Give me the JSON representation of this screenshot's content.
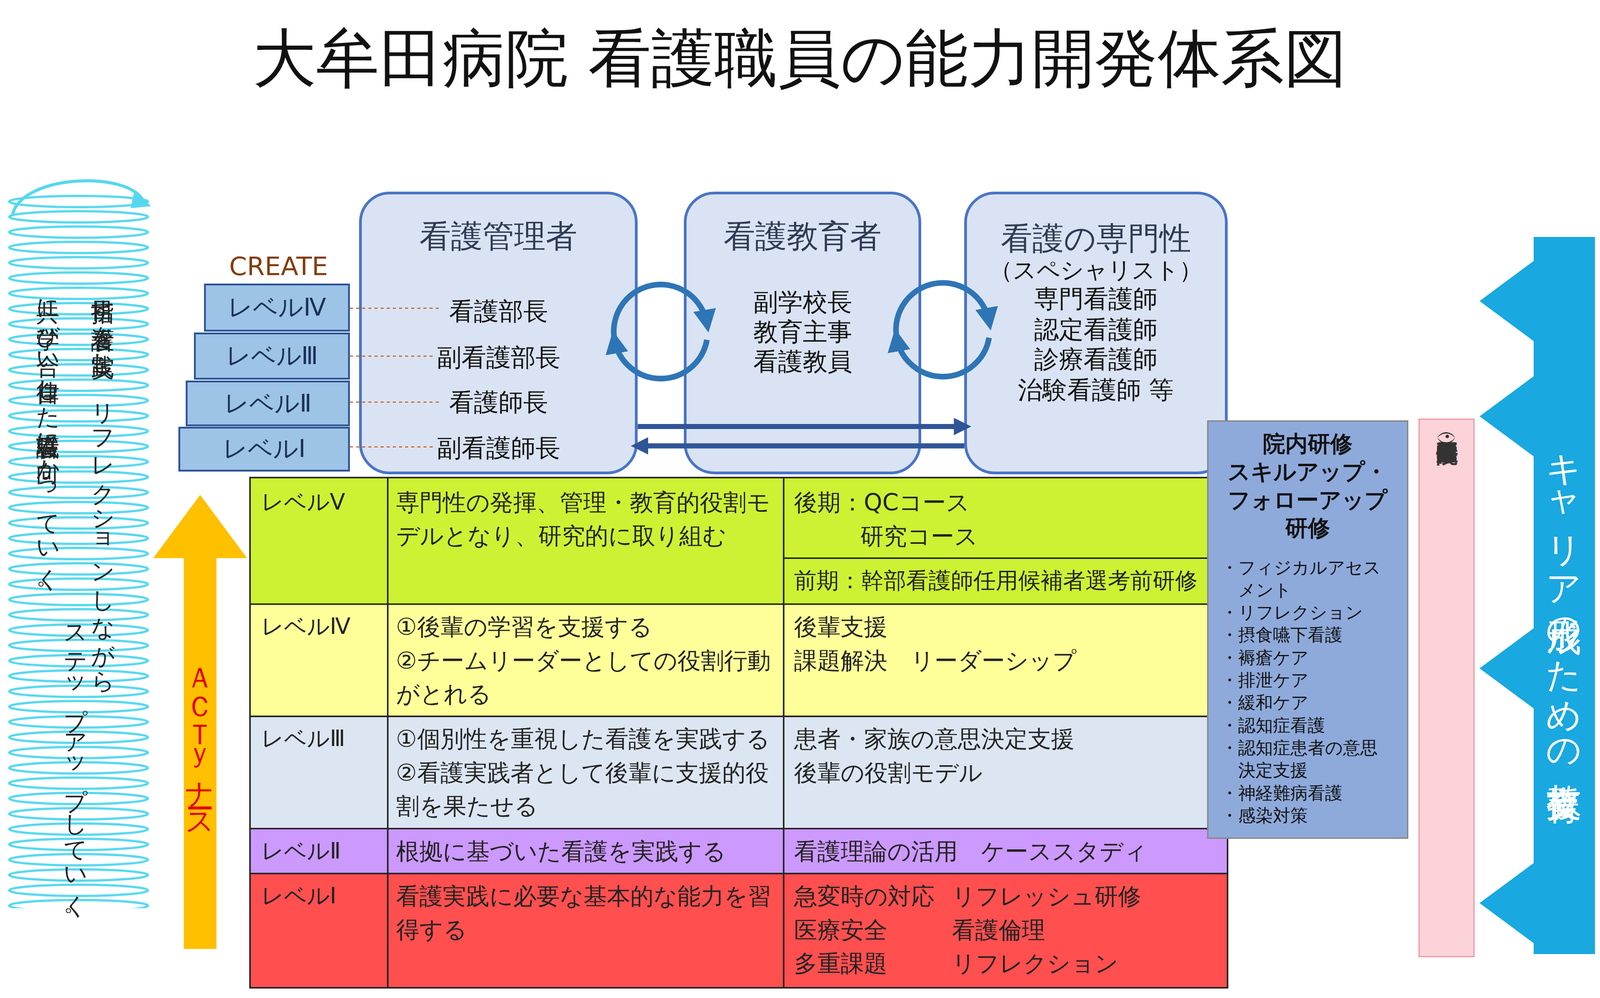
{
  "diagram": {
    "title": "大牟田病院 看護職員の能力開発体系図",
    "nodes": [
      {
        "text": [
          "レベルⅣ"
        ]
      },
      {
        "text": [
          "レベルⅢ"
        ]
      },
      {
        "text": [
          "レベルⅡ"
        ]
      },
      {
        "text": [
          "レベルⅠ"
        ]
      },
      {
        "text": [
          "看護管理者",
          "看護部長",
          "副看護部長",
          "看護師長",
          "副看護師長"
        ]
      },
      {
        "text": [
          "看護教育者",
          "副学校長",
          "教育主事",
          "看護教員"
        ]
      },
      {
        "text": [
          "看護の専門性",
          "（スペシャリスト）",
          "専門看護師",
          "認定看護師",
          "診療看護師",
          "治験看護師 等"
        ]
      },
      {
        "text": [
          "ＡＣＴｙナース"
        ]
      },
      {
        "text": [
          "院内研修",
          "スキルアップ・フォローアップ研修",
          "・フィジカルアセスメント",
          "・リフレクション",
          "・摂食嚥下看護",
          "・褥瘡ケア",
          "・排泄ケア",
          "・緩和ケア",
          "・認知症看護",
          "・認知症患者の意思決定支援",
          "・神経難病看護",
          "・感染対策"
        ]
      },
      {
        "text": [
          "院外研修",
          "（機構主催・看護協会・専門領域）"
        ]
      },
      {
        "text": [
          "キャリア形成のための教育支援"
        ]
      }
    ],
    "edges": [
      {
        "from": 4,
        "to": 5,
        "arrow": "to"
      },
      {
        "from": 5,
        "to": 4,
        "arrow": "to"
      },
      {
        "from": 5,
        "to": 6,
        "arrow": "to"
      },
      {
        "from": 6,
        "to": 5,
        "arrow": "to"
      },
      {
        "from": 4,
        "to": 6,
        "arrow": "to"
      },
      {
        "from": 6,
        "to": 4,
        "arrow": "to"
      }
    ],
    "labels": [
      "CREATE",
      "目指す看護を実践し、リフレクションしながら",
      "ステップアップしていく。",
      "共に学び合い自律した看護職に向かっていく。",
      "レベルⅤ",
      "専門性の発揮、管理・教育的役割モデルとなり、研究的に取り組む",
      "後期：QCコース",
      "研究コース",
      "前期：幹部看護師任用候補者選考前研修",
      "レベルⅣ",
      "①後輩の学習を支援する",
      "②チームリーダーとしての役割行動がとれる",
      "後輩支援",
      "課題解決　リーダーシップ",
      "レベルⅢ",
      "①個別性を重視した看護を実践する",
      "②看護実践者として後輩に支援的役割を果たせる",
      "患者・家族の意思決定支援",
      "後輩の役割モデル",
      "レベルⅡ",
      "根拠に基づいた看護を実践する",
      "看護理論の活用　ケーススタディ",
      "レベルⅠ",
      "看護実践に必要な基本的な能力を習得する",
      "急変時の対応",
      "リフレッシュ研修",
      "医療安全",
      "看護倫理",
      "多重課題",
      "リフレクション"
    ]
  }
}
